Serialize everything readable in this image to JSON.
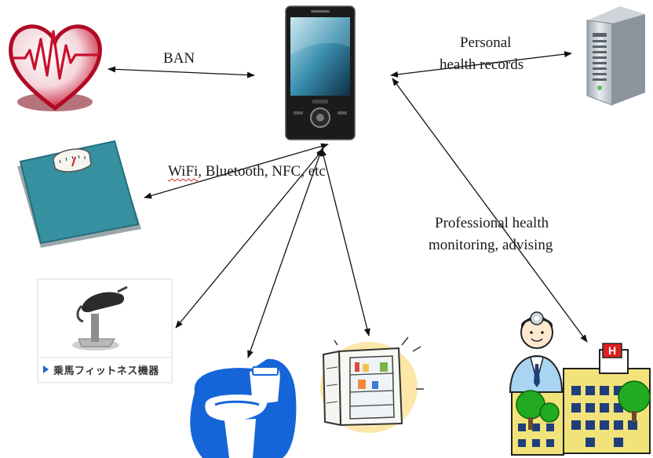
{
  "labels": {
    "ban": "BAN",
    "phr_line1": "Personal",
    "phr_line2": "health records",
    "wireless_wifi": "WiFi",
    "wireless_rest": ", Bluetooth, NFC, etc",
    "pro_line1": "Professional health",
    "pro_line2": "monitoring, advising",
    "fitness_caption": "乗馬フィットネス機器"
  },
  "nodes": [
    {
      "id": "heart",
      "icon": "heart-ecg-icon"
    },
    {
      "id": "phone",
      "icon": "smartphone-icon"
    },
    {
      "id": "server",
      "icon": "server-tower-icon"
    },
    {
      "id": "scale",
      "icon": "bathroom-scale-icon"
    },
    {
      "id": "fitness",
      "icon": "horse-riding-fitness-machine-icon"
    },
    {
      "id": "toilet",
      "icon": "toilet-icon"
    },
    {
      "id": "fridge",
      "icon": "refrigerator-icon"
    },
    {
      "id": "hospital",
      "icon": "doctor-hospital-icon"
    }
  ],
  "colors": {
    "heart_red": "#c8102e",
    "scale_teal": "#2a8a9a",
    "toilet_blue": "#1565d8",
    "hospital_yellow": "#f2e27a",
    "tree_green": "#22aa22",
    "cross_red": "#e02020",
    "arrow": "#111111"
  }
}
